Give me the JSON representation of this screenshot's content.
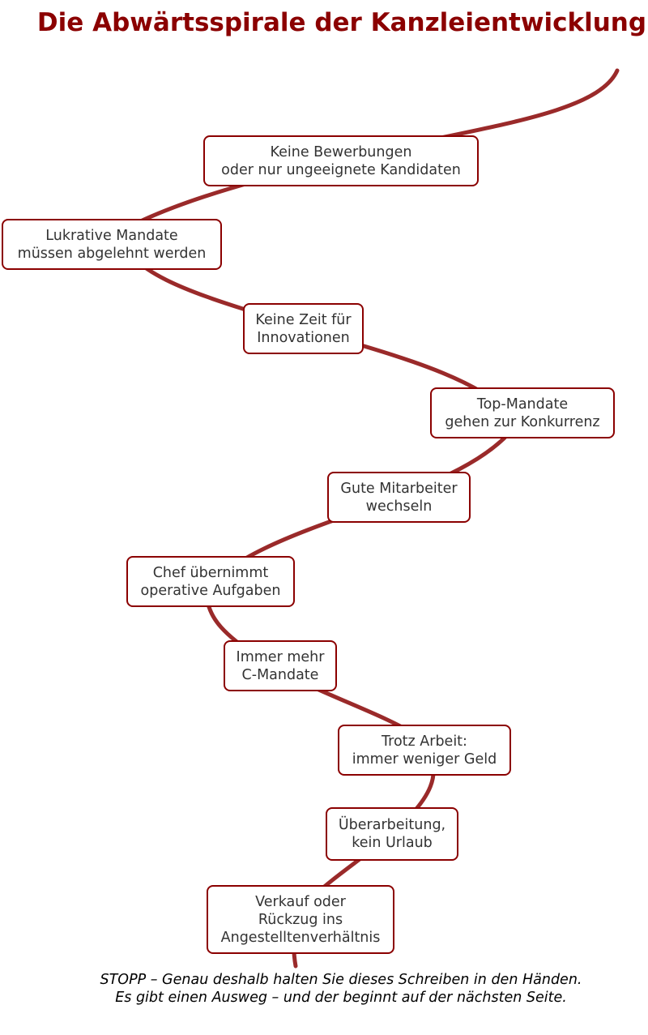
{
  "title": "Die Abwärtsspirale der Kanzleientwicklung",
  "colors": {
    "title": "#8b0000",
    "curve": "#9a2a2a",
    "box_border": "#8b0000",
    "box_text": "#333333"
  },
  "steps": [
    {
      "text": "Keine Bewerbungen\noder nur ungeeignete Kandidaten"
    },
    {
      "text": "Lukrative Mandate\nmüssen abgelehnt werden"
    },
    {
      "text": "Keine Zeit für\nInnovationen"
    },
    {
      "text": "Top-Mandate\ngehen zur Konkurrenz"
    },
    {
      "text": "Gute Mitarbeiter\nwechseln"
    },
    {
      "text": "Chef übernimmt\noperative Aufgaben"
    },
    {
      "text": "Immer mehr\nC-Mandate"
    },
    {
      "text": "Trotz Arbeit:\nimmer weniger Geld"
    },
    {
      "text": "Überarbeitung,\nkein Urlaub"
    },
    {
      "text": "Verkauf oder\nRückzug ins\nAngestelltenverhältnis"
    }
  ],
  "footer": {
    "line1": "STOPP – Genau deshalb halten Sie dieses Schreiben in den Händen.",
    "line2": "Es gibt einen Ausweg – und der beginnt auf der nächsten Seite."
  }
}
